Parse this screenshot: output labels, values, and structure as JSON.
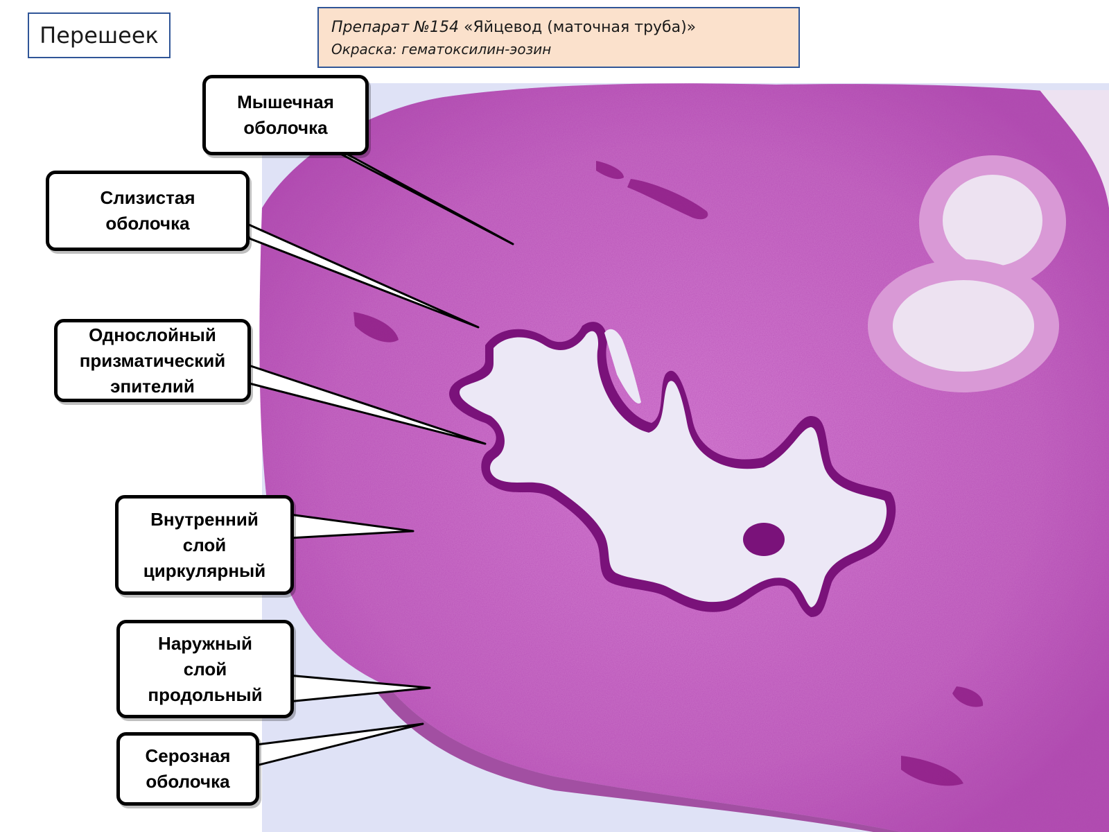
{
  "title": "Перешеек",
  "slide_info": {
    "slide_prefix": "Препарат №154",
    "slide_name": " «Яйцевод (маточная труба)»",
    "stain": "Окраска: гематоксилин-эозин"
  },
  "labels": {
    "muscular": "Мышечная\nоболочка",
    "mucosa": "Слизистая\nоболочка",
    "epithelium": "Однослойный\nпризматический\nэпителий",
    "inner_layer": "Внутренний\nслой\nциркулярный",
    "outer_layer": "Наружный\nслой\nпродольный",
    "serosa": "Серозная\nоболочка"
  },
  "colors": {
    "tissue": "#c468c2",
    "tissue_dark": "#8e1d86",
    "epithelium": "#7a127a",
    "lumen": "#ece8f6",
    "background_slide": "#dfe2f6",
    "info_box_fill": "#fbe1cc",
    "frame_border": "#2f5597"
  }
}
